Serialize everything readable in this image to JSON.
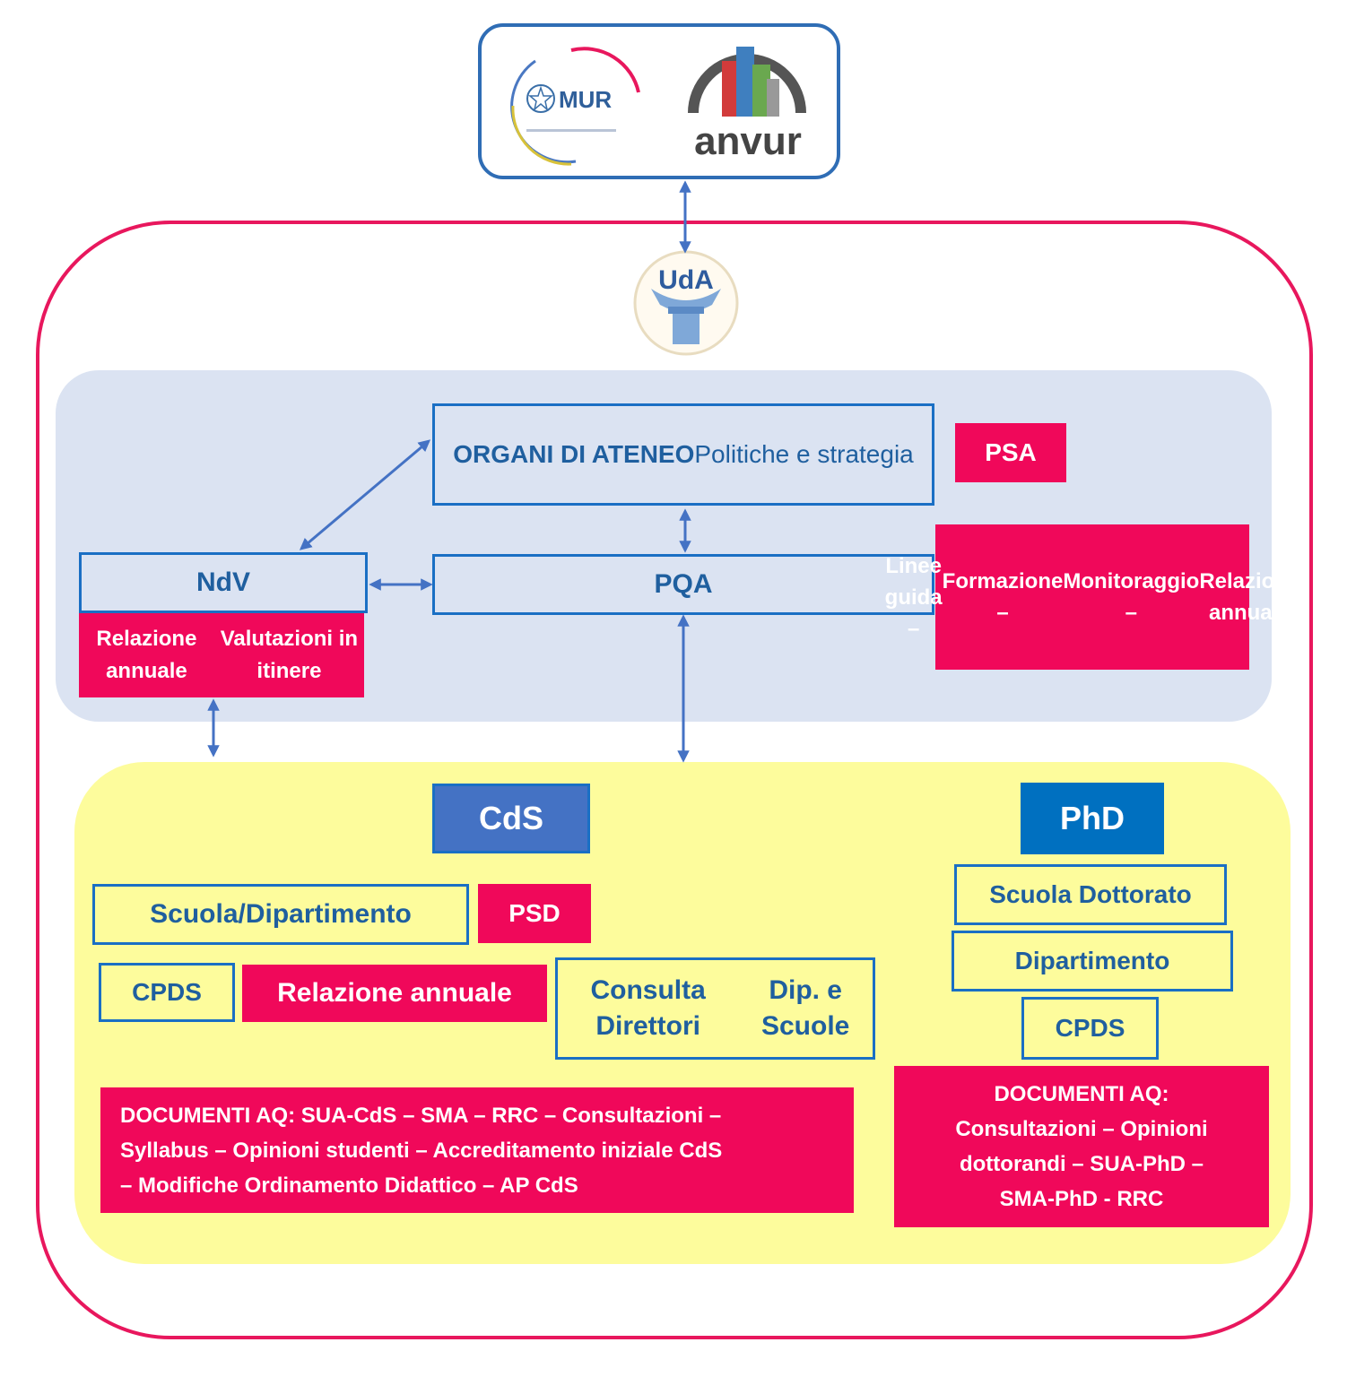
{
  "colors": {
    "outer_border": "#e8175d",
    "blue_panel": "#dbe3f2",
    "yellow_panel": "#fdfc9c",
    "box_border": "#1a6fc4",
    "box_text": "#1f5f9f",
    "pink": "#f0085a",
    "cds_fill": "#4472c4",
    "phd_fill": "#0070c0",
    "arrow": "#4472c4"
  },
  "logos": {
    "mur": {
      "text": "MUR",
      "icon": "italian-republic-emblem-icon"
    },
    "anvur": {
      "text": "anvur",
      "icon": "bar-columns-icon"
    },
    "uda": {
      "text": "UdA",
      "icon": "tower-icon"
    }
  },
  "organi": {
    "title": "ORGANI DI ATENEO",
    "subtitle": "Politiche e strategia"
  },
  "psa": "PSA",
  "ndv": "NdV",
  "ndv_docs": {
    "line1": "Relazione annuale",
    "line2": "Valutazioni in itinere"
  },
  "pqa": "PQA",
  "pqa_docs": {
    "line1": "Linee guida –",
    "line2": "Formazione –",
    "line3": "Monitoraggio –",
    "line4": "Relazione annuale"
  },
  "cds": {
    "header": "CdS",
    "scuola": "Scuola/Dipartimento",
    "psd": "PSD",
    "cpds": "CPDS",
    "relazione": "Relazione annuale",
    "consulta": {
      "line1": "Consulta Direttori",
      "line2": "Dip. e Scuole"
    },
    "docs": {
      "line1": "DOCUMENTI AQ: SUA-CdS – SMA – RRC – Consultazioni –",
      "line2": "Syllabus – Opinioni studenti – Accreditamento iniziale CdS",
      "line3": "– Modifiche Ordinamento Didattico – AP CdS"
    }
  },
  "phd": {
    "header": "PhD",
    "scuola": "Scuola Dottorato",
    "dipartimento": "Dipartimento",
    "cpds": "CPDS",
    "docs": {
      "line1": "DOCUMENTI AQ:",
      "line2": "Consultazioni – Opinioni",
      "line3": "dottorandi – SUA-PhD –",
      "line4": "SMA-PhD - RRC"
    }
  }
}
